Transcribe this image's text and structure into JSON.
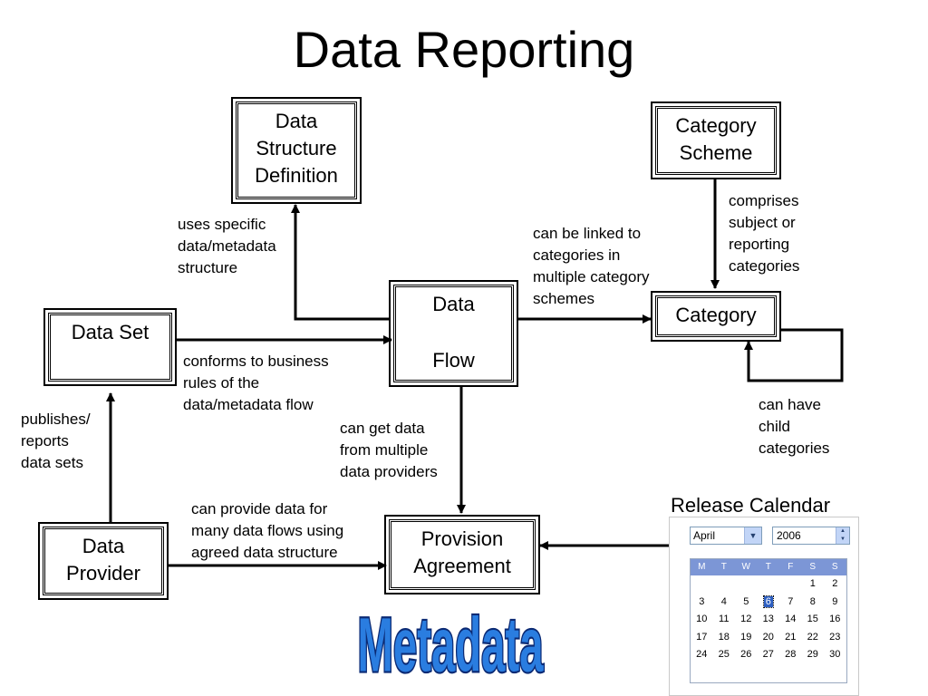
{
  "title": "Data Reporting",
  "boxes": {
    "dsd": [
      "Data",
      "Structure",
      "Definition"
    ],
    "category_scheme": [
      "Category",
      "Scheme"
    ],
    "data_set": "Data Set",
    "data_flow": [
      "Data",
      "Flow"
    ],
    "category": "Category",
    "data_provider": [
      "Data",
      "Provider"
    ],
    "provision_agreement": [
      "Provision",
      "Agreement"
    ]
  },
  "labels": {
    "uses_specific": [
      "uses specific",
      "data/metadata",
      "structure"
    ],
    "can_be_linked": [
      "can be linked to",
      "categories in",
      "multiple category",
      "schemes"
    ],
    "comprises": [
      "comprises",
      "subject or",
      "reporting",
      "categories"
    ],
    "conforms": [
      "conforms to business",
      "rules of the",
      "data/metadata flow"
    ],
    "can_have": [
      "can have",
      "child",
      "categories"
    ],
    "publishes": [
      "publishes/",
      "reports",
      "data sets"
    ],
    "can_get": [
      "can get data",
      "from multiple",
      "data providers"
    ],
    "can_provide": [
      "can provide data for",
      "many data flows using",
      "agreed data structure"
    ]
  },
  "release_calendar": {
    "title": "Release Calendar",
    "month": "April",
    "year": "2006",
    "weekdays": [
      "M",
      "T",
      "W",
      "T",
      "F",
      "S",
      "S"
    ],
    "weeks": [
      [
        "",
        "",
        "",
        "",
        "",
        "1",
        "2"
      ],
      [
        "3",
        "4",
        "5",
        "6",
        "7",
        "8",
        "9"
      ],
      [
        "10",
        "11",
        "12",
        "13",
        "14",
        "15",
        "16"
      ],
      [
        "17",
        "18",
        "19",
        "20",
        "21",
        "22",
        "23"
      ],
      [
        "24",
        "25",
        "26",
        "27",
        "28",
        "29",
        "30"
      ]
    ],
    "selected_day": "6"
  },
  "wordart": {
    "text": "Metadata",
    "fill_color": "#2a7de0",
    "outline_color": "#0b2a74"
  }
}
